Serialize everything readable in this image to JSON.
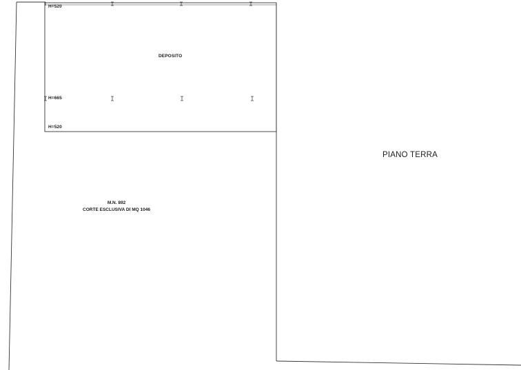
{
  "drawing": {
    "room_label": "DEPOSITO",
    "height_labels": {
      "top": "H=520",
      "middle": "H=665",
      "bottom": "H=520"
    },
    "parcel": {
      "line1": "M.N. 892",
      "line2": "CORTE ESCLUSIVA DI MQ 1046"
    },
    "floor_title": "PIANO TERRA",
    "line_color": "#333333"
  }
}
